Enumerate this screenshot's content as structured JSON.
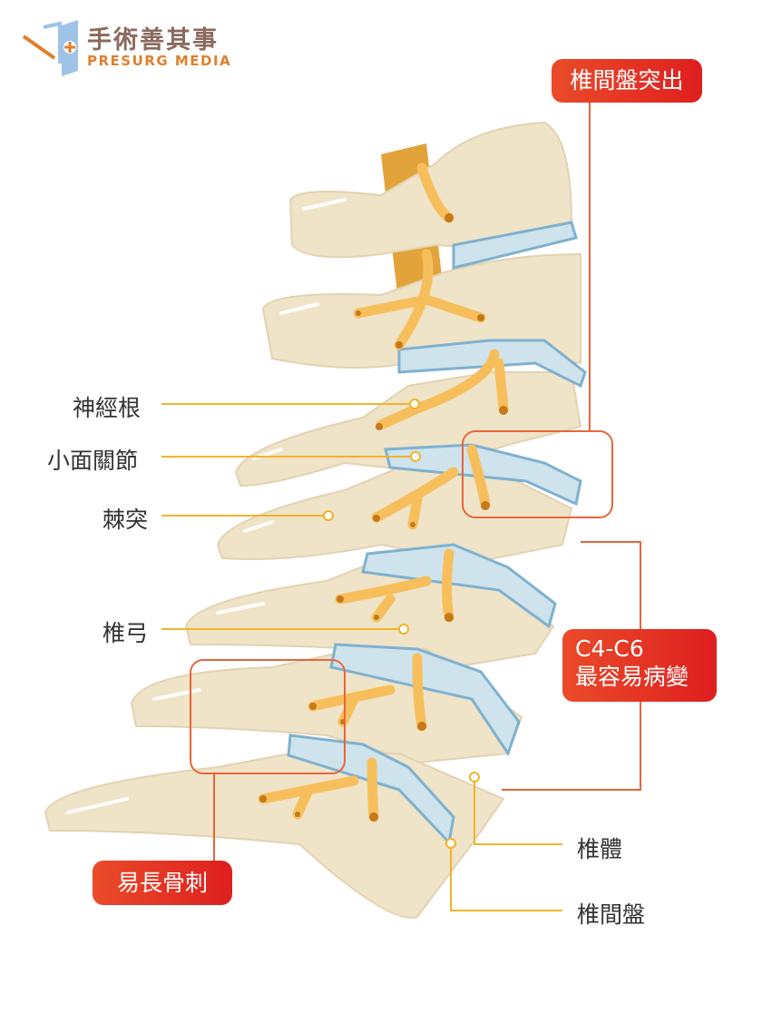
{
  "logo": {
    "name_cn": "手術善其事",
    "name_en": "PRESURG MEDIA"
  },
  "labels": {
    "nerve_root": "神經根",
    "facet_joint": "小面關節",
    "spinous_process": "棘突",
    "lamina": "椎弓",
    "vertebral_body": "椎體",
    "intervertebral_disc": "椎間盤"
  },
  "callouts": {
    "herniation": "椎間盤突出",
    "c4c6_line1": "C4-C6",
    "c4c6_line2": "最容易病變",
    "bone_spur": "易長骨刺"
  },
  "colors": {
    "bone": "#efe3c8",
    "disc": "#cfe3ec",
    "nerve": "#f7bf5c",
    "accent": "#e6452a",
    "leader": "#f0b429"
  }
}
